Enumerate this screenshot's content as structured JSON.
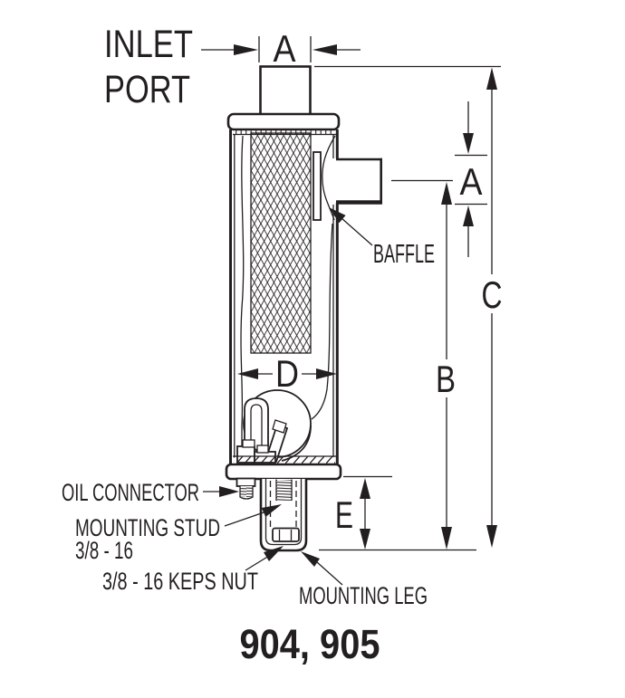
{
  "title": "904, 905",
  "callouts": {
    "inlet_line1": "INLET",
    "inlet_line2": "PORT",
    "baffle": "BAFFLE",
    "oil_connector": "OIL CONNECTOR",
    "mounting_stud": "MOUNTING STUD",
    "mounting_stud_thread": "3/8 - 16",
    "keps_nut": "3/8 - 16 KEPS NUT",
    "mounting_leg": "MOUNTING LEG"
  },
  "dims": {
    "inlet_width": "A",
    "outlet_size": "A",
    "port_center_to_base": "B",
    "overall_height": "C",
    "body_width": "D",
    "leg_height": "E"
  },
  "colors": {
    "line": "#231f20",
    "background": "#ffffff"
  }
}
